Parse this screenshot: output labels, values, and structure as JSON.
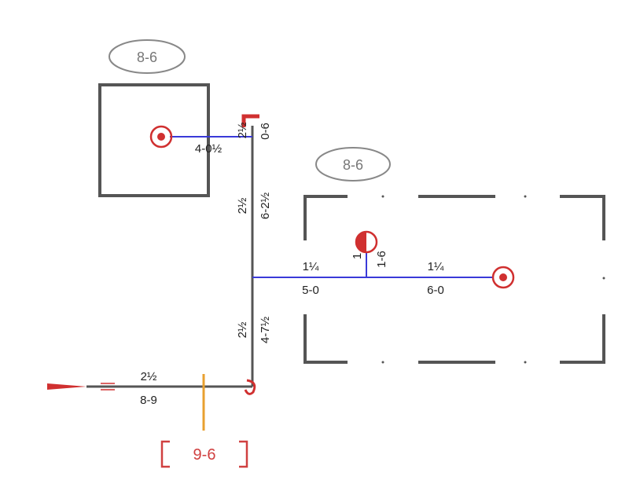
{
  "colors": {
    "pipe": "#555555",
    "branch": "#3a3ad8",
    "fixture": "#d03030",
    "section_marker": "#e8a030",
    "box": "#555555",
    "tag_outline": "#888888"
  },
  "tags": {
    "tag_upper_left": "8-6",
    "tag_right": "8-6"
  },
  "section_label": "9-6",
  "labels": {
    "upper_branch_length": "4-0½",
    "upper_riser_size": "2½",
    "upper_riser_length": "0-6",
    "mid_riser_size": "2½",
    "mid_riser_length": "6-2½",
    "branch_left_size": "1¼",
    "branch_left_length": "5-0",
    "branch_right_size": "1¼",
    "branch_right_length": "6-0",
    "drop_size": "1",
    "drop_length": "1-6",
    "lower_riser_size": "2½",
    "lower_riser_length": "4-7½",
    "main_size": "2½",
    "main_length": "8-9"
  },
  "icons": {
    "upper_fixture": "target-fixture-icon",
    "right_fixture": "target-fixture-icon",
    "half_fixture": "half-circle-fixture-icon",
    "flow_arrow": "flow-arrow-icon"
  }
}
